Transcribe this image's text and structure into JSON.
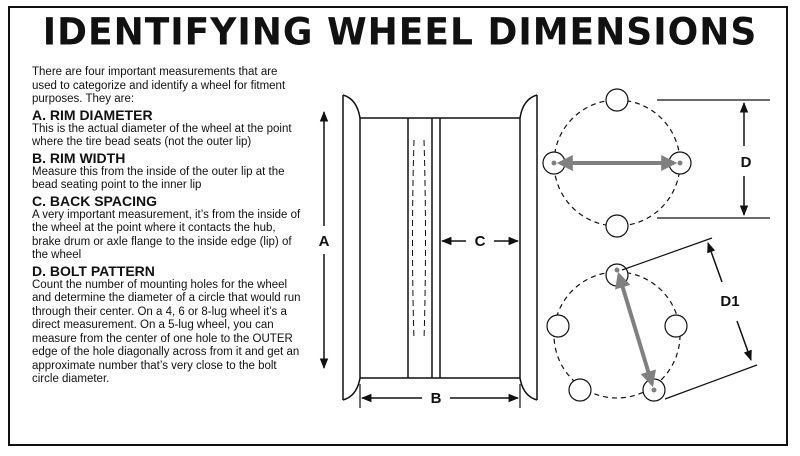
{
  "title": "IDENTIFYING WHEEL DIMENSIONS",
  "intro": "There are four important measurements that are used to categorize and identify a wheel for fitment purposes. They are:",
  "sections": [
    {
      "heading": "A. RIM DIAMETER",
      "body": "This is the actual diameter of the wheel at the point where the tire bead seats (not the outer lip)"
    },
    {
      "heading": "B. RIM WIDTH",
      "body": "Measure this from the inside of the outer lip at the bead seating point to the inner lip"
    },
    {
      "heading": "C. BACK SPACING",
      "body": "A very important measurement, it’s from the inside of the wheel at the point where it contacts the hub, brake drum or axle flange to the inside edge (lip) of the wheel"
    },
    {
      "heading": "D. BOLT PATTERN",
      "body": "Count the number of mounting holes for the wheel and determine the diameter of a circle that would run through their center. On a 4, 6 or 8-lug wheel it’s a direct measurement. On a 5-lug wheel, you can measure from the center of one hole to the OUTER edge of the hole diagonally across from it and get an approximate number that’s very close to the bolt circle diameter."
    }
  ],
  "labels": {
    "a": "A",
    "b": "B",
    "c": "C",
    "d": "D",
    "d1": "D1"
  },
  "colors": {
    "arrow_gray": "#808080",
    "ink": "#111111"
  }
}
